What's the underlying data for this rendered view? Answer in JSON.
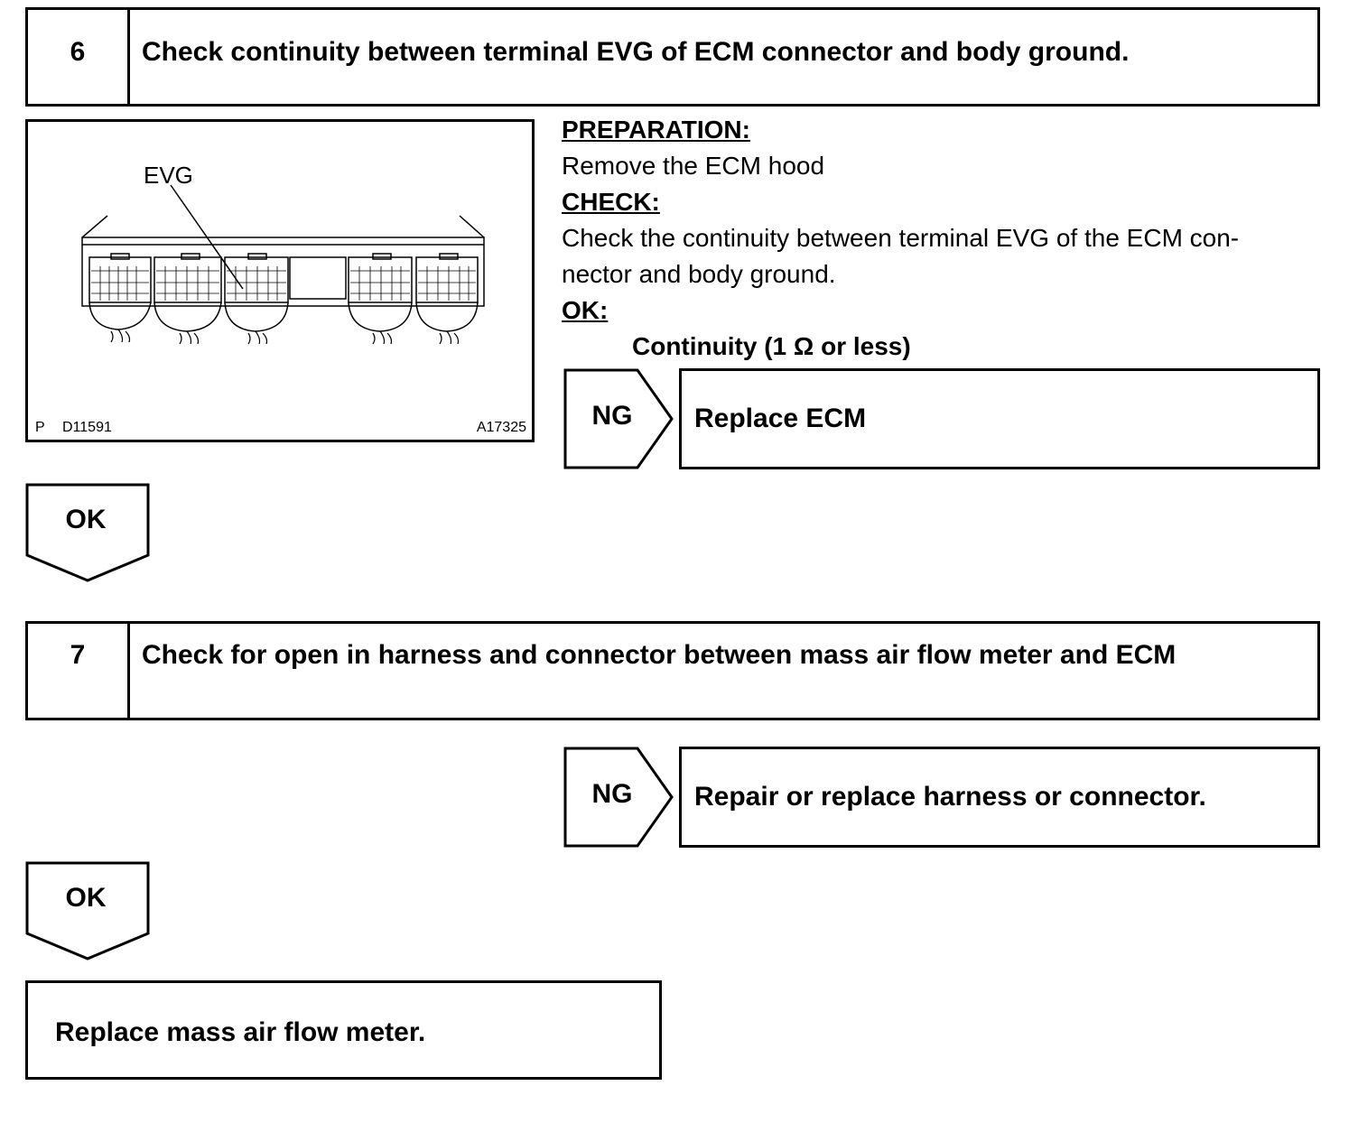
{
  "step6": {
    "number": "6",
    "title": "Check continuity between terminal EVG of ECM connector and body ground."
  },
  "figure": {
    "terminal_label": "EVG",
    "code_left_p": "P",
    "code_left": "D11591",
    "code_right": "A17325"
  },
  "instructions": {
    "preparation_heading": "PREPARATION:",
    "preparation_text": "Remove the ECM hood",
    "check_heading": "CHECK:",
    "check_line1": "Check the continuity between terminal EVG of the ECM con-",
    "check_line2": "nector and body ground.",
    "ok_heading": "OK:",
    "ok_value": "Continuity (1 Ω or less)"
  },
  "ng1": {
    "label": "NG",
    "action": "Replace ECM"
  },
  "ok1": {
    "label": "OK"
  },
  "step7": {
    "number": "7",
    "title": "Check for open in harness and connector between mass air flow meter and ECM"
  },
  "ng2": {
    "label": "NG",
    "action": "Repair or replace harness or connector."
  },
  "ok2": {
    "label": "OK"
  },
  "final": {
    "action": "Replace mass air flow meter."
  }
}
